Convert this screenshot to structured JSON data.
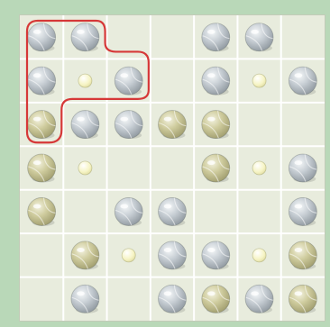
{
  "board": {
    "rows": 7,
    "cols": 7,
    "colors": {
      "frame": "#b9d8b8",
      "board": "#e8ecdd",
      "grid": "#ffffff",
      "outline": "#d63838",
      "silver": "#aeb6bd",
      "gold": "#c2bf8f",
      "pearl": "#f6f4c4"
    },
    "grid": [
      [
        "silver",
        "silver",
        "",
        "",
        "silver",
        "silver",
        ""
      ],
      [
        "silver",
        "pearl",
        "silver",
        "",
        "silver",
        "pearl",
        "silver"
      ],
      [
        "gold",
        "silver",
        "silver",
        "gold",
        "gold",
        "",
        ""
      ],
      [
        "gold",
        "pearl",
        "",
        "",
        "gold",
        "pearl",
        "silver"
      ],
      [
        "gold",
        "",
        "silver",
        "silver",
        "",
        "",
        "silver"
      ],
      [
        "",
        "gold",
        "pearl",
        "silver",
        "silver",
        "pearl",
        "gold"
      ],
      [
        "",
        "silver",
        "",
        "silver",
        "gold",
        "silver",
        "gold"
      ]
    ],
    "highlighted_group": [
      [
        0,
        0
      ],
      [
        0,
        1
      ],
      [
        1,
        0
      ],
      [
        1,
        2
      ],
      [
        2,
        0
      ]
    ]
  }
}
